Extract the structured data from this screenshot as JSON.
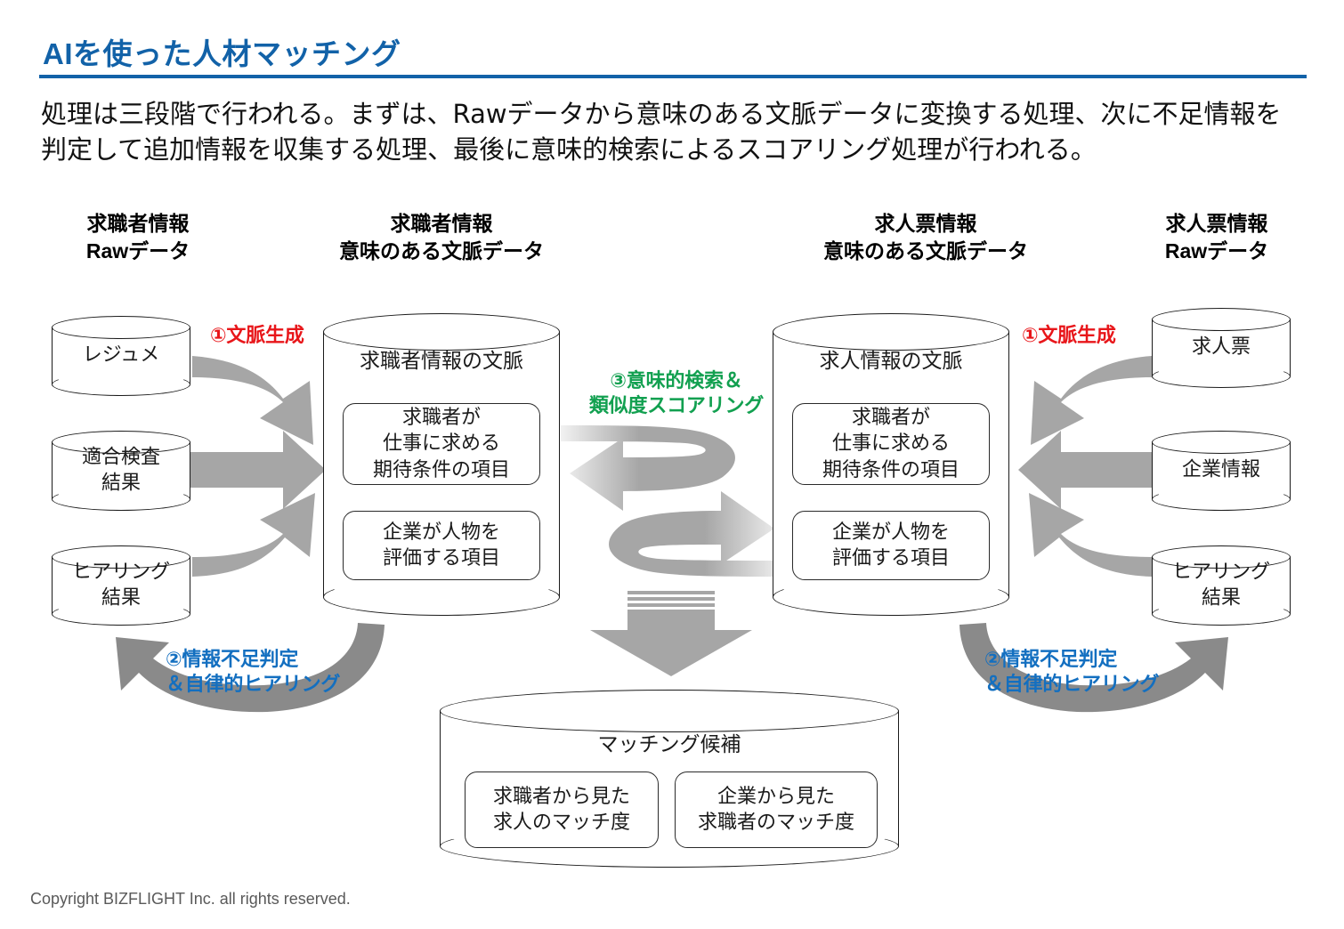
{
  "header": {
    "title": "AIを使った人材マッチング",
    "lead": "処理は三段階で行われる。まずは、Rawデータから意味のある文脈データに変換する処理、次に不足情報を判定して追加情報を収集する処理、最後に意味的検索によるスコアリング処理が行われる。",
    "rule_color": "#1262A8",
    "title_color": "#1262A8"
  },
  "columns": {
    "seeker_raw": "求職者情報\nRawデータ",
    "seeker_context": "求職者情報\n意味のある文脈データ",
    "job_context": "求人票情報\n意味のある文脈データ",
    "job_raw": "求人票情報\nRawデータ"
  },
  "sources": {
    "left": [
      {
        "label": "レジュメ"
      },
      {
        "label": "適合検査\n結果"
      },
      {
        "label": "ヒアリング\n結果"
      }
    ],
    "right": [
      {
        "label": "求人票"
      },
      {
        "label": "企業情報"
      },
      {
        "label": "ヒアリング\n結果"
      }
    ]
  },
  "context_stores": {
    "seeker": {
      "title": "求職者情報の文脈",
      "items": [
        "求職者が\n仕事に求める\n期待条件の項目",
        "企業が人物を\n評価する項目"
      ]
    },
    "job": {
      "title": "求人情報の文脈",
      "items": [
        "求職者が\n仕事に求める\n期待条件の項目",
        "企業が人物を\n評価する項目"
      ]
    }
  },
  "result_store": {
    "title": "マッチング候補",
    "items": [
      "求職者から見た\n求人のマッチ度",
      "企業から見た\n求職者のマッチ度"
    ]
  },
  "steps": {
    "context_generation_left": {
      "text": "①文脈生成",
      "color": "#E8161A"
    },
    "context_generation_right": {
      "text": "①文脈生成",
      "color": "#E8161A"
    },
    "gap_detection_left": {
      "text": "②情報不足判定\n＆自律的ヒアリング",
      "color": "#136FC0"
    },
    "gap_detection_right": {
      "text": "②情報不足判定\n＆自律的ヒアリング",
      "color": "#136FC0"
    },
    "semantic_search": {
      "text": "③意味的検索＆\n類似度スコアリング",
      "color": "#12A050"
    }
  },
  "arrows": {
    "fill": "#A6A6A6"
  },
  "footer": {
    "copyright": "Copyright BIZFLIGHT Inc. all rights reserved."
  }
}
